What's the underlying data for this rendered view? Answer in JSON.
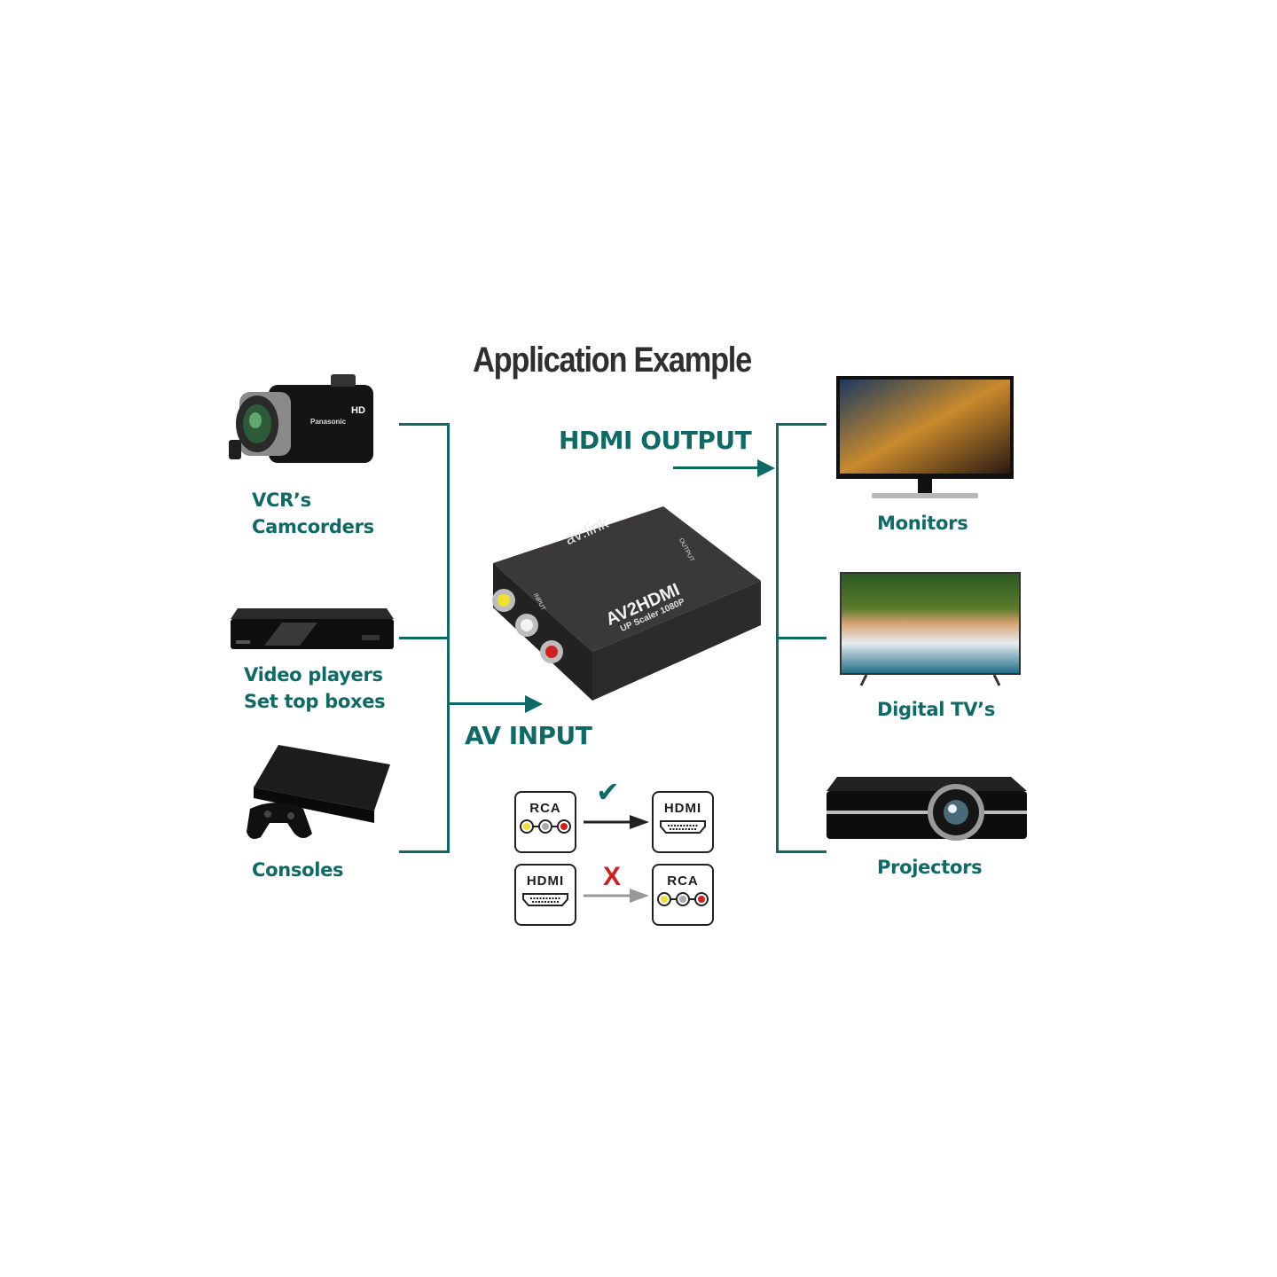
{
  "title": "Application Example",
  "accent_color": "#0e6a66",
  "headings": {
    "output": "HDMI OUTPUT",
    "input": "AV INPUT"
  },
  "sources": [
    {
      "line1": "VCR’s",
      "line2": "Camcorders",
      "icon": "camcorder-icon"
    },
    {
      "line1": "Video players",
      "line2": "Set top boxes",
      "icon": "blu-ray-player-icon"
    },
    {
      "line1": "Consoles",
      "line2": "",
      "icon": "game-console-icon"
    }
  ],
  "outputs": [
    {
      "label": "Monitors",
      "icon": "monitor-icon"
    },
    {
      "label": "Digital TV’s",
      "icon": "tv-icon"
    },
    {
      "label": "Projectors",
      "icon": "projector-icon"
    }
  ],
  "device": {
    "brand": "av:link",
    "model": "AV2HDMI",
    "subtitle": "UP Scaler 1080P",
    "input_label": "INPUT",
    "output_label": "OUTPUT"
  },
  "compatibility": [
    {
      "from": "RCA",
      "to": "HDMI",
      "supported": true,
      "mark": "✔"
    },
    {
      "from": "HDMI",
      "to": "RCA",
      "supported": false,
      "mark": "X"
    }
  ]
}
